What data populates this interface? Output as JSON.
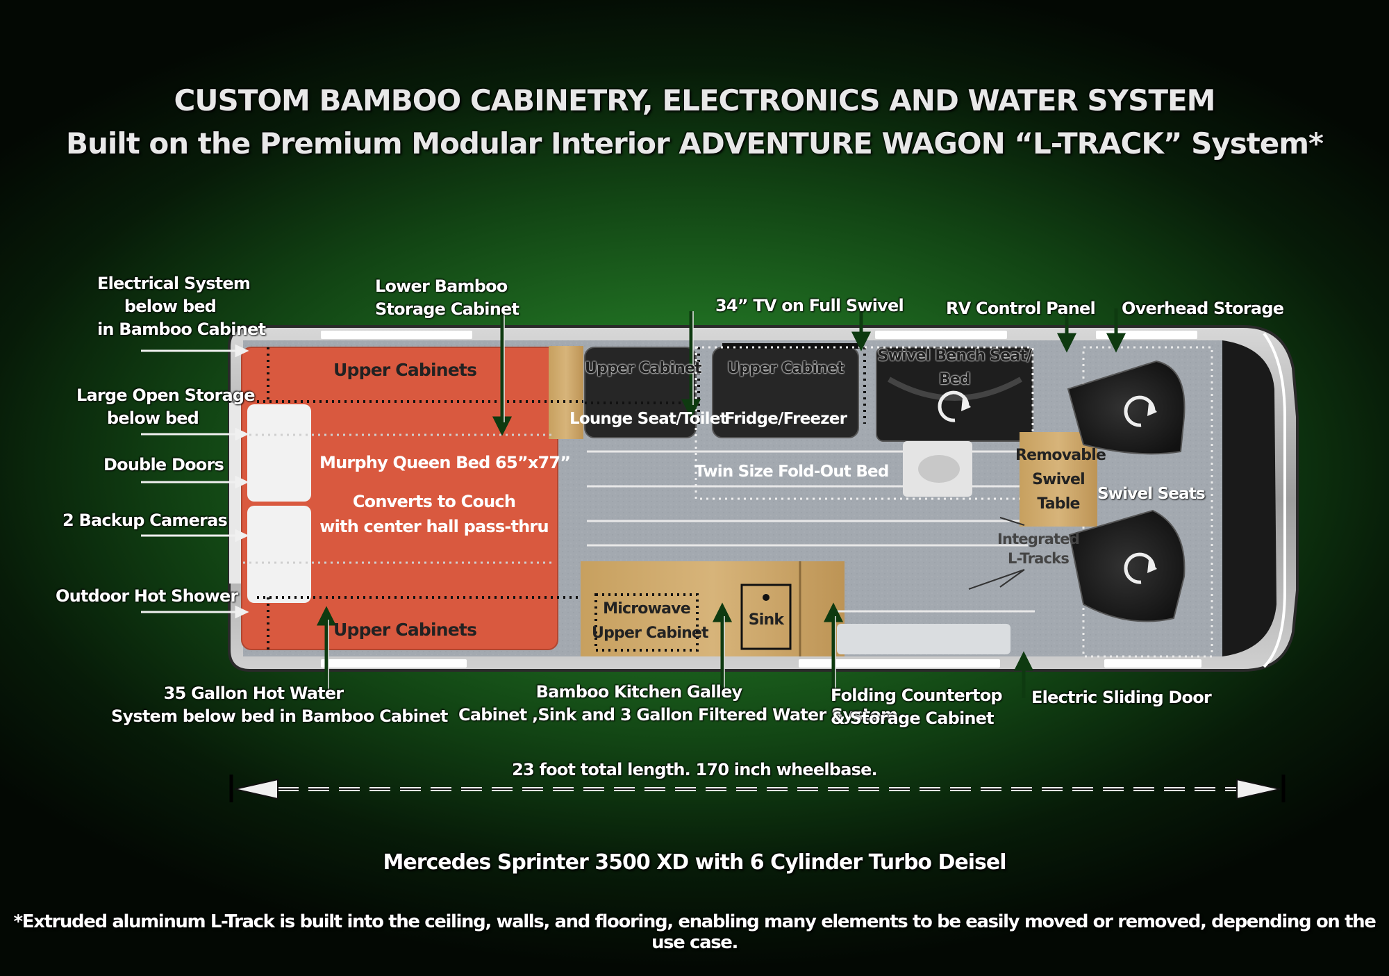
{
  "header": {
    "title_line1": "CUSTOM BAMBOO CABINETRY, ELECTRONICS AND WATER SYSTEM",
    "title_line2": "Built on the Premium Modular Interior ADVENTURE WAGON “L-TRACK” System*"
  },
  "left_labels": {
    "electrical": [
      "Electrical System",
      "below bed",
      "in Bamboo Cabinet"
    ],
    "open_storage": [
      "Large Open Storage",
      "below bed"
    ],
    "double_doors": "Double Doors",
    "backup_cameras": "2 Backup Cameras",
    "hot_shower": "Outdoor Hot Shower"
  },
  "top_labels": {
    "lower_bamboo": [
      "Lower Bamboo",
      "Storage Cabinet"
    ],
    "tv": "34” TV on Full Swivel",
    "rv_panel": "RV Control Panel",
    "overhead": "Overhead Storage"
  },
  "interior": {
    "upper_cabinets_top": "Upper Cabinets",
    "upper_cabinets_bottom": "Upper Cabinets",
    "murphy_bed": "Murphy Queen Bed 65”x77”",
    "converts_1": "Converts to Couch",
    "converts_2": "with center hall pass-thru",
    "upper_cabinet_1": "Upper Cabinet",
    "lounge_seat": "Lounge Seat/Toilet",
    "upper_cabinet_2": "Upper Cabinet",
    "fridge": "Fridge/Freezer",
    "swivel_bench_1": "Swivel Bench Seat/",
    "swivel_bench_2": "Bed",
    "twin_bed": "Twin Size Fold-Out Bed",
    "removable_1": "Removable",
    "removable_2": "Swivel",
    "removable_3": "Table",
    "swivel_seats": "Swivel Seats",
    "integrated_1": "Integrated",
    "integrated_2": "L-Tracks",
    "microwave": "Microwave",
    "upper_cabinet_3": "Upper Cabinet",
    "sink": "Sink"
  },
  "bottom_labels": {
    "hot_water": [
      "35 Gallon Hot Water",
      "System below bed in Bamboo Cabinet"
    ],
    "galley": [
      "Bamboo Kitchen Galley",
      "Cabinet ,Sink and 3 Gallon Filtered Water System"
    ],
    "countertop": [
      "Folding Countertop",
      "& Storage Cabinet"
    ],
    "sliding_door": "Electric Sliding Door"
  },
  "dimension": "23 foot total length.  170 inch wheelbase.",
  "model": "Mercedes Sprinter 3500 XD with 6 Cylinder Turbo Deisel",
  "footnote": "*Extruded aluminum L-Track is built into the ceiling, walls, and flooring, enabling many elements to be easily moved or removed, depending on the use case.",
  "colors": {
    "bed": "#d9593f",
    "bamboo": "#c9a263",
    "cabinet_dark": "#2b2b2b",
    "floor": "#a3aab3",
    "background_green": "#1f6b21"
  }
}
